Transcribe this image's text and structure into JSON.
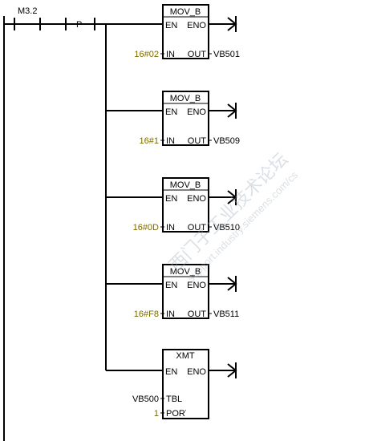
{
  "rung": {
    "contact_label": "M3.2",
    "edge_label": "P"
  },
  "boxes": [
    {
      "title": "MOV_B",
      "en": "EN",
      "eno": "ENO",
      "in_pin": "IN",
      "out_pin": "OUT",
      "in_operand": "16#02",
      "out_operand": "VB501"
    },
    {
      "title": "MOV_B",
      "en": "EN",
      "eno": "ENO",
      "in_pin": "IN",
      "out_pin": "OUT",
      "in_operand": "16#1",
      "out_operand": "VB509"
    },
    {
      "title": "MOV_B",
      "en": "EN",
      "eno": "ENO",
      "in_pin": "IN",
      "out_pin": "OUT",
      "in_operand": "16#0D",
      "out_operand": "VB510"
    },
    {
      "title": "MOV_B",
      "en": "EN",
      "eno": "ENO",
      "in_pin": "IN",
      "out_pin": "OUT",
      "in_operand": "16#F8",
      "out_operand": "VB511"
    }
  ],
  "xmt": {
    "title": "XMT",
    "en": "EN",
    "eno": "ENO",
    "tbl_pin": "TBL",
    "port_pin": "PORT",
    "tbl_operand": "VB500",
    "port_operand": "1"
  },
  "colors": {
    "wire": "#000000",
    "constant_operand": "#7a6a00",
    "address_operand": "#000000"
  },
  "watermark": {
    "line1": "西门子工业技术论坛",
    "line2": "support.industry.siemens.com/cs"
  }
}
